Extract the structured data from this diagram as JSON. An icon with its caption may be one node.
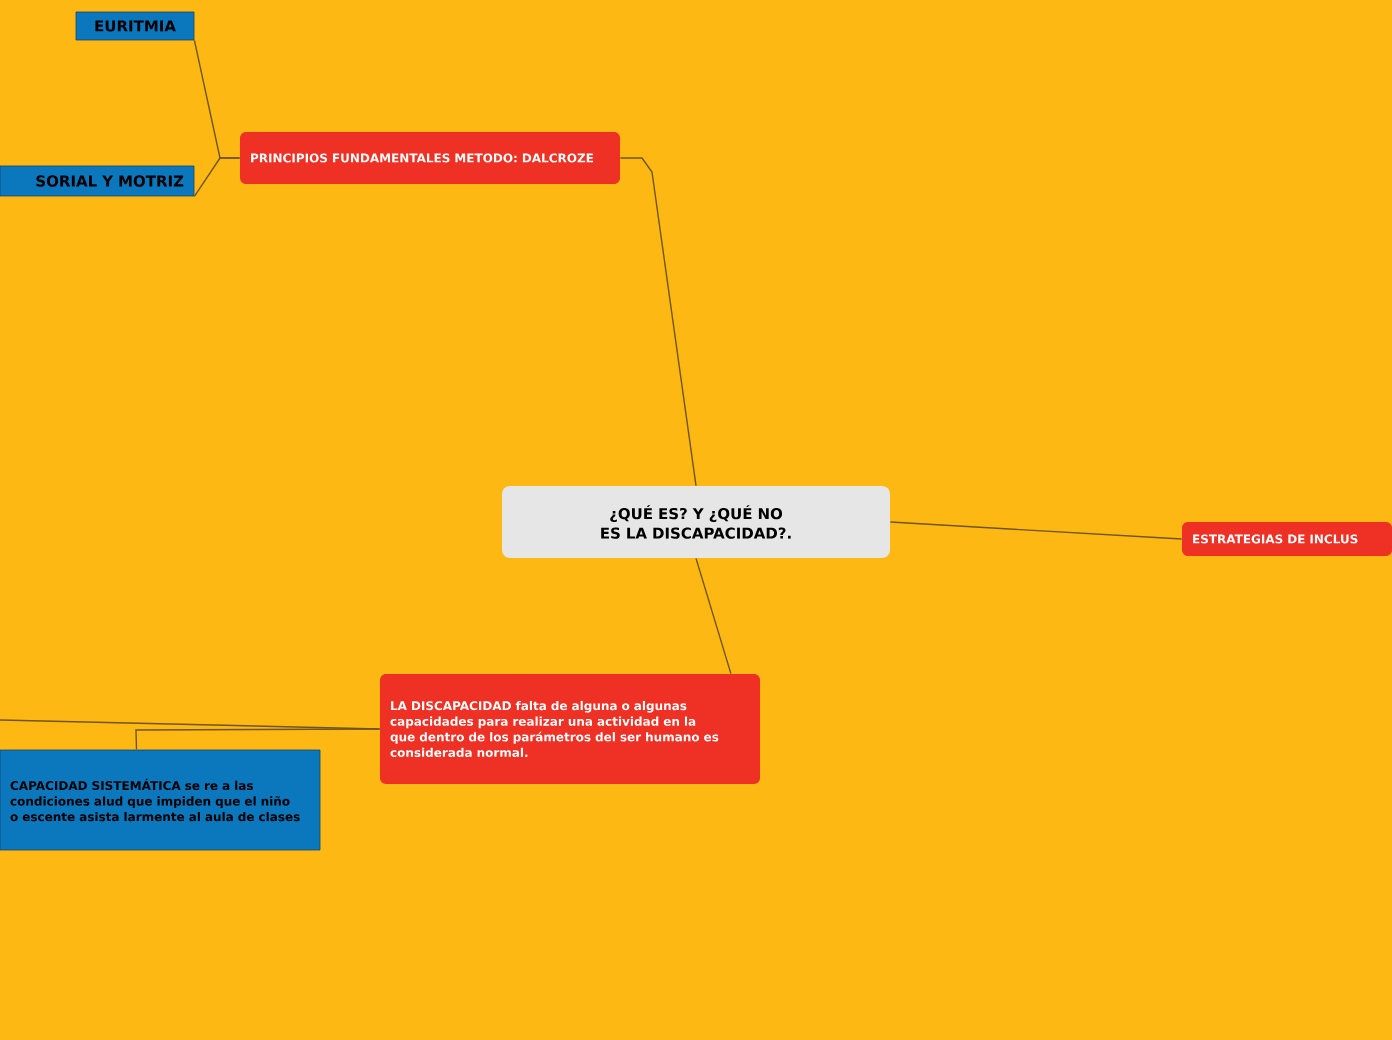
{
  "diagram": {
    "nodes": [
      {
        "text": [
          "¿QUÉ ES? Y ¿QUÉ NO ES LA DISCAPACIDAD?."
        ]
      },
      {
        "text": [
          "PRINCIPIOS FUNDAMENTALES METODO: DALCROZE"
        ]
      },
      {
        "text": [
          "EURITMIA"
        ]
      },
      {
        "text": [
          "SORIAL Y MOTRIZ"
        ]
      },
      {
        "text": [
          "ESTRATEGIAS DE INCLUS"
        ]
      },
      {
        "text": [
          "LA DISCAPACIDAD falta de alguna o algunas capacidades para realizar una actividad en la que dentro de los parámetros del ser humano es considerada normal."
        ]
      },
      {
        "text": [
          "CAPACIDAD SISTEMÁTICA se re a las condiciones alud que impiden que el niño o escente asista larmente al aula de clases"
        ]
      }
    ],
    "edges": [
      {
        "from": 0,
        "to": 1,
        "arrow": "none"
      },
      {
        "from": 1,
        "to": 2,
        "arrow": "none"
      },
      {
        "from": 1,
        "to": 3,
        "arrow": "none"
      },
      {
        "from": 0,
        "to": 4,
        "arrow": "none"
      },
      {
        "from": 0,
        "to": 5,
        "arrow": "none"
      },
      {
        "from": 5,
        "to": 6,
        "arrow": "none"
      },
      {
        "from": 5,
        "to": null,
        "arrow": "none"
      }
    ]
  }
}
